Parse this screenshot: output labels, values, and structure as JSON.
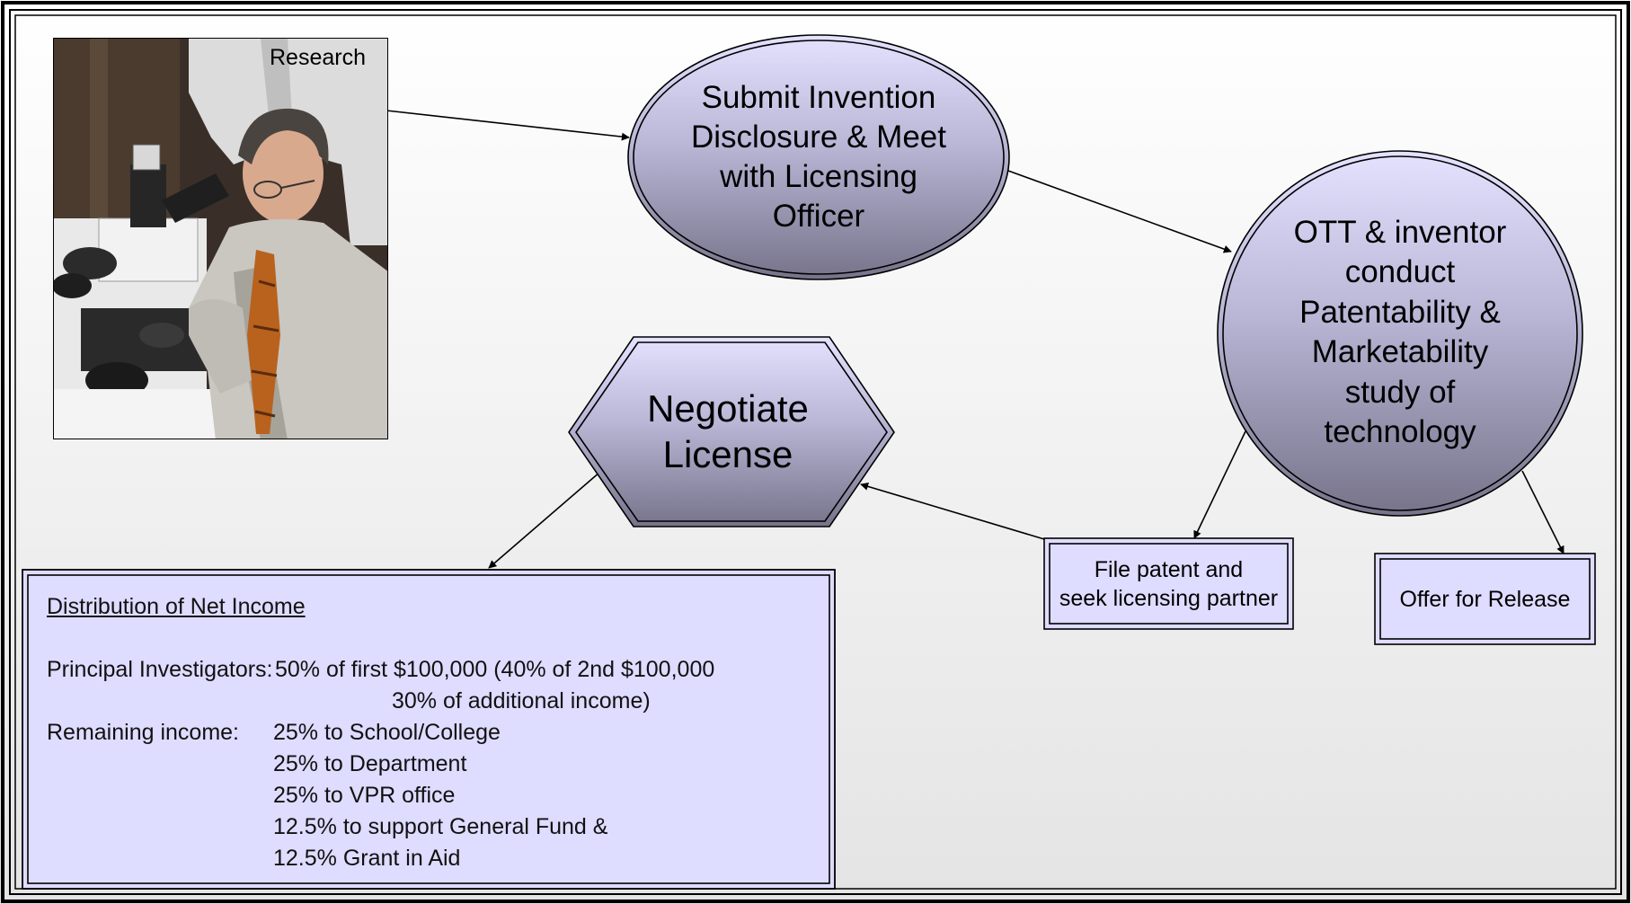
{
  "photo": {
    "label": "Research"
  },
  "nodes": {
    "submit": [
      "Submit Invention",
      "Disclosure & Meet",
      "with Licensing",
      "Officer"
    ],
    "study": [
      "OTT & inventor",
      "conduct",
      "Patentability &",
      "Marketability",
      "study of",
      "technology"
    ],
    "negotiate": [
      "Negotiate",
      "License"
    ],
    "file_patent": [
      "File patent and",
      "seek licensing partner"
    ],
    "offer_release": [
      "Offer for Release"
    ]
  },
  "distribution": {
    "title": "Distribution of Net Income",
    "pi_label": "Principal Investigators:",
    "pi_line1": "50% of first $100,000 (40% of 2nd $100,000",
    "pi_line2": "30% of additional income)",
    "remaining_label": "Remaining income:",
    "remaining_items": [
      "25% to School/College",
      "25% to Department",
      "25% to VPR office",
      "12.5% to support General Fund &",
      "12.5% Grant in Aid"
    ]
  },
  "colors": {
    "node_gradient_top": "#e4e2ff",
    "node_gradient_bottom": "#76738a",
    "box_fill": "#dedcff",
    "background_gradient_top": "#ffffff",
    "background_gradient_bottom": "#e4e4e4",
    "stroke": "#000000"
  }
}
